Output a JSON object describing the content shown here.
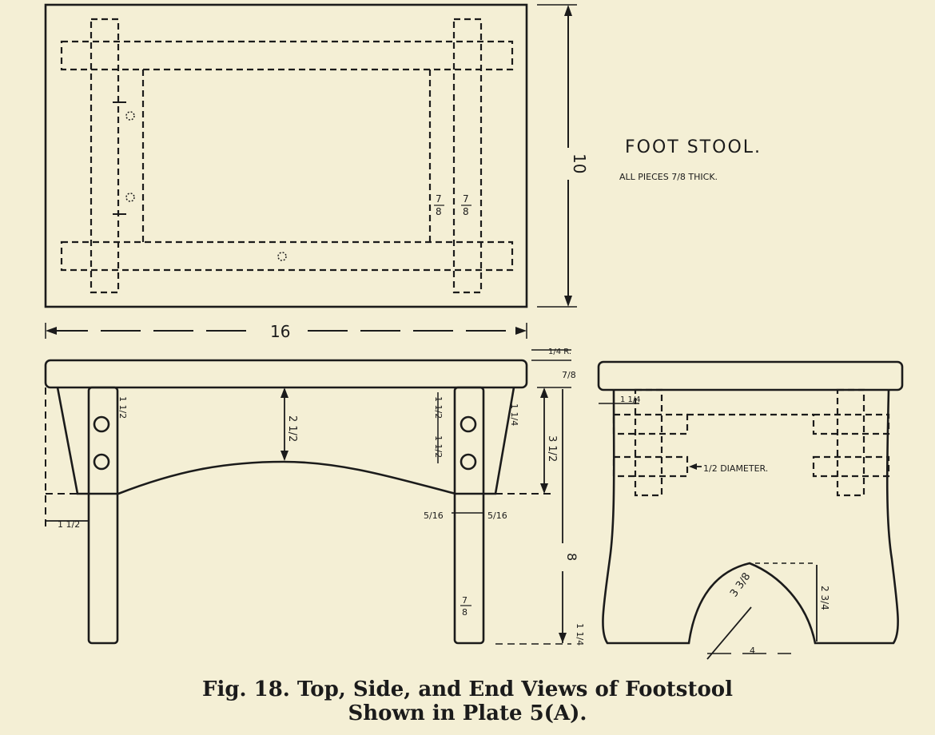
{
  "title": "FOOT STOOL.",
  "subtitle": "ALL PIECES 7/8 THICK.",
  "dimensions": {
    "top_height": "10",
    "length": "16",
    "top_thickness": "7/8",
    "top_overhang": "1/4 R.",
    "leg_width_left": "1 1/2",
    "leg_offset": "5/16",
    "apron_width": "2 1/2",
    "rail_offset": "1 1/2",
    "rail_gap": "1 1/2",
    "rail_span": "3 1/2",
    "height": "8",
    "foot": "1 1/4",
    "arch_radius": "3 3/8",
    "arch_height": "2 3/4",
    "arch_width": "4",
    "dowel": "1/2 DIAMETER.",
    "end_leg_offset": "1 1/4"
  },
  "caption": {
    "line1": "Fig. 18.   Top, Side, and End Views of Footstool",
    "line2": "Shown in Plate 5(A)."
  }
}
